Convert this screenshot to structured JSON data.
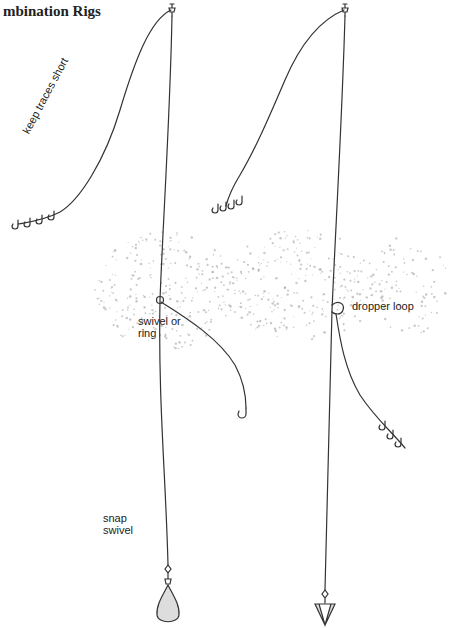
{
  "diagram": {
    "title": "mbination Rigs",
    "labels": [
      "keep traces short",
      "swivel or ring",
      "dropper loop",
      "snap swivel"
    ]
  }
}
